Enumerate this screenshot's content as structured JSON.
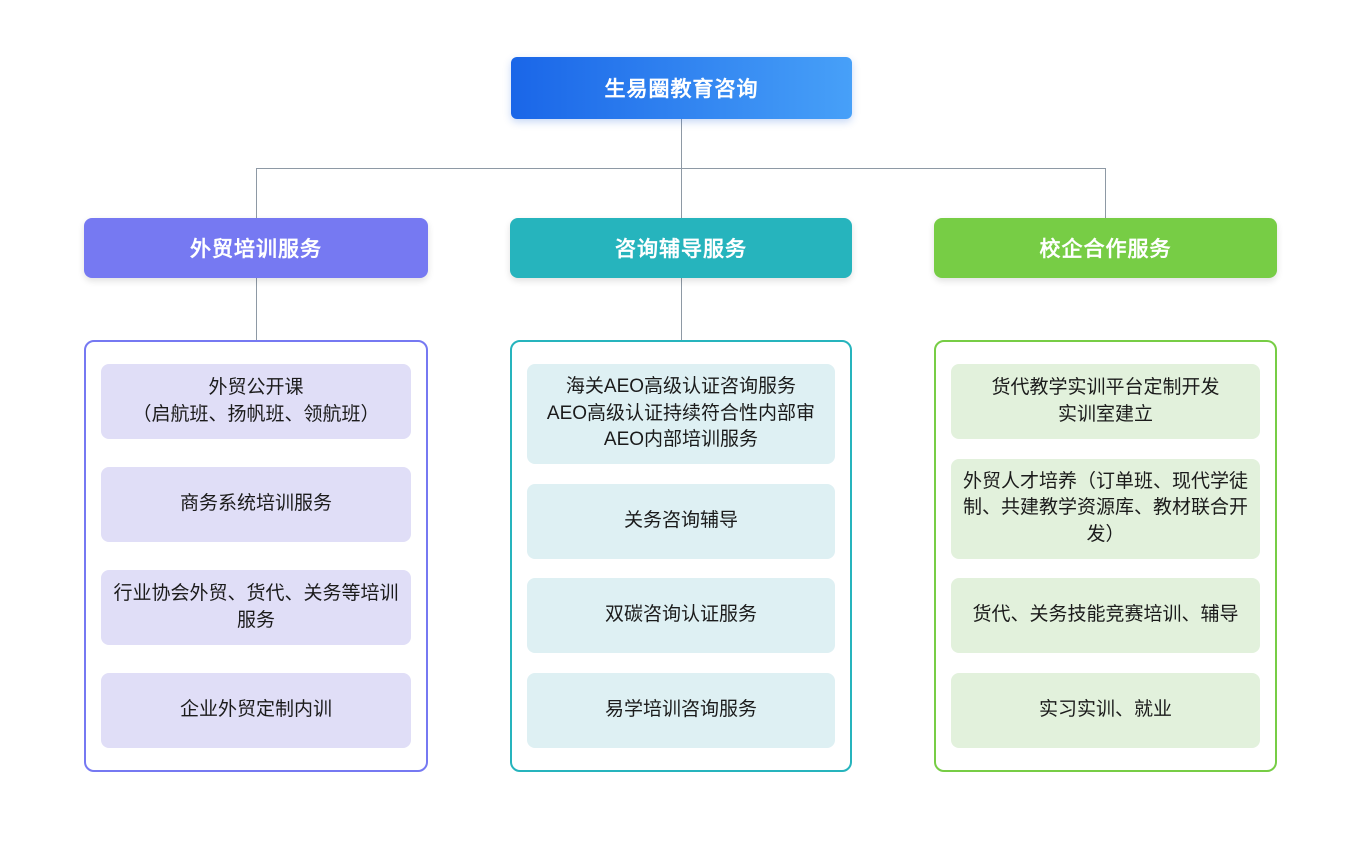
{
  "title_box": {
    "label": "生易圈教育咨询",
    "gradient": [
      "#1A66E8",
      "#47A0F8"
    ]
  },
  "connector_color": "#8E99A5",
  "branches": [
    {
      "label": "外贸培训服务",
      "accent": "#7679F2",
      "tint": "#E0DEF7",
      "items": [
        "外贸公开课\n（启航班、扬帆班、领航班）",
        "商务系统培训服务",
        "行业协会外贸、货代、关务等培训服务",
        "企业外贸定制内训"
      ]
    },
    {
      "label": "咨询辅导服务",
      "accent": "#26B4BD",
      "tint": "#DEF0F3",
      "items": [
        "海关AEO高级认证咨询服务\nAEO高级认证持续符合性内部审\nAEO内部培训服务",
        "关务咨询辅导",
        "双碳咨询认证服务",
        "易学培训咨询服务"
      ]
    },
    {
      "label": "校企合作服务",
      "accent": "#77CD45",
      "tint": "#E2F1DC",
      "items": [
        "货代教学实训平台定制开发\n实训室建立",
        "外贸人才培养（订单班、现代学徒制、共建教学资源库、教材联合开发）",
        "货代、关务技能竞赛培训、辅导",
        "实习实训、就业"
      ]
    }
  ]
}
